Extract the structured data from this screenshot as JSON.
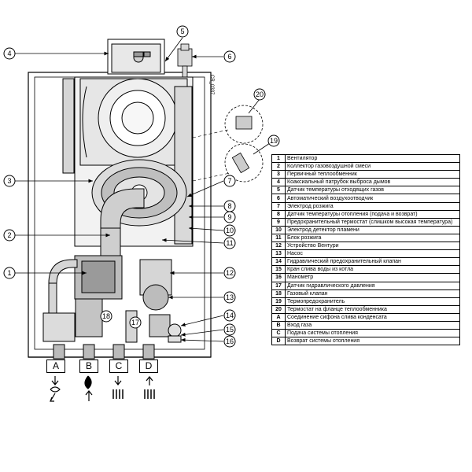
{
  "code": "CR_0337",
  "legend": [
    {
      "key": "1",
      "label": "Вентилятор"
    },
    {
      "key": "2",
      "label": "Коллектор газовоздушной смеси"
    },
    {
      "key": "3",
      "label": "Первичный теплообменник"
    },
    {
      "key": "4",
      "label": "Коаксиальный патрубок выброса дымов"
    },
    {
      "key": "5",
      "label": "Датчик температуры отходящих газов"
    },
    {
      "key": "6",
      "label": "Автоматический воздухоотводчик"
    },
    {
      "key": "7",
      "label": "Электрод розжига"
    },
    {
      "key": "8",
      "label": "Датчик температуры отопления (подача и возврат)"
    },
    {
      "key": "9",
      "label": "Предохранительный термостат (слишком высокая температура)"
    },
    {
      "key": "10",
      "label": "Электрод детектор пламени"
    },
    {
      "key": "11",
      "label": "Блок розжига"
    },
    {
      "key": "12",
      "label": "Устройство Вентури"
    },
    {
      "key": "13",
      "label": "Насос"
    },
    {
      "key": "14",
      "label": "Гидравлический предохранительный клапан"
    },
    {
      "key": "15",
      "label": "Кран слива воды из котла"
    },
    {
      "key": "16",
      "label": "Манометр"
    },
    {
      "key": "17",
      "label": "Датчик гидравлического давления"
    },
    {
      "key": "18",
      "label": "Газовый клапан"
    },
    {
      "key": "19",
      "label": "Термопредохранитель"
    },
    {
      "key": "20",
      "label": "Термостат на фланце теплообменника"
    },
    {
      "key": "A",
      "label": "Соединение сифона слива конденсата"
    },
    {
      "key": "B",
      "label": "Вход газа"
    },
    {
      "key": "C",
      "label": "Подача системы отопления"
    },
    {
      "key": "D",
      "label": "Возврат системы отопления"
    }
  ],
  "callouts": [
    "1",
    "2",
    "3",
    "4",
    "5",
    "6",
    "7",
    "8",
    "9",
    "10",
    "11",
    "12",
    "13",
    "14",
    "15",
    "16",
    "17",
    "18",
    "19",
    "20"
  ],
  "pipes": [
    "A",
    "B",
    "C",
    "D"
  ]
}
